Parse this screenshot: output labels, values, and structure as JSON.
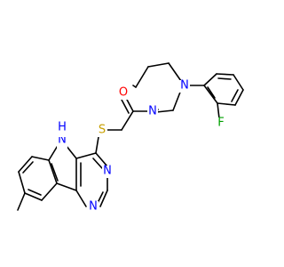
{
  "molecule": {
    "atoms": {
      "O": {
        "label": "O",
        "color": "#ff0000"
      },
      "F": {
        "label": "F",
        "color": "#00a000"
      },
      "S": {
        "label": "S",
        "color": "#c8a000"
      },
      "N_pip1": {
        "label": "N",
        "color": "#0000ff"
      },
      "N_pip2": {
        "label": "N",
        "color": "#0000ff"
      },
      "NH": {
        "label": "N",
        "color": "#0000ff"
      },
      "H": {
        "label": "H",
        "color": "#0000ff"
      },
      "N_pyr1": {
        "label": "N",
        "color": "#0000ff"
      },
      "N_pyr2": {
        "label": "N",
        "color": "#0000ff"
      }
    },
    "bond_color": "#000000"
  }
}
